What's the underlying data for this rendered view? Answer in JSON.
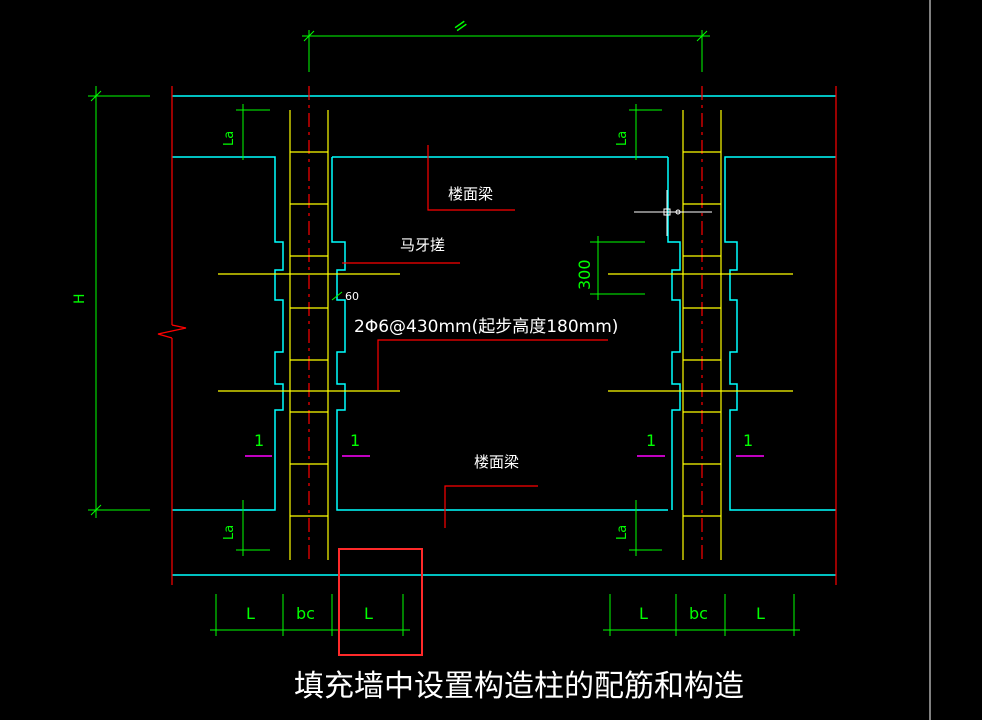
{
  "title": "填充墙中设置构造柱的配筋和构造",
  "labels": {
    "floor_beam_top": "楼面梁",
    "floor_beam_bottom": "楼面梁",
    "toothed_joint": "马牙搓",
    "rebar_spec": "2Φ6@430mm(起步高度180mm)",
    "offset_60": "60",
    "dim_300": "300",
    "dim_H": "H",
    "la": "La",
    "section_mark": "1",
    "dim_L": "L",
    "dim_bc": "bc",
    "equal_mark": "="
  },
  "colors": {
    "background": "#000000",
    "wall": "#00ffff",
    "dimension": "#00ff00",
    "axis": "#ff0000",
    "rebar": "#ffff00",
    "text": "#ffffff",
    "section": "#ff00ff",
    "highlight": "#ff2a2a"
  }
}
